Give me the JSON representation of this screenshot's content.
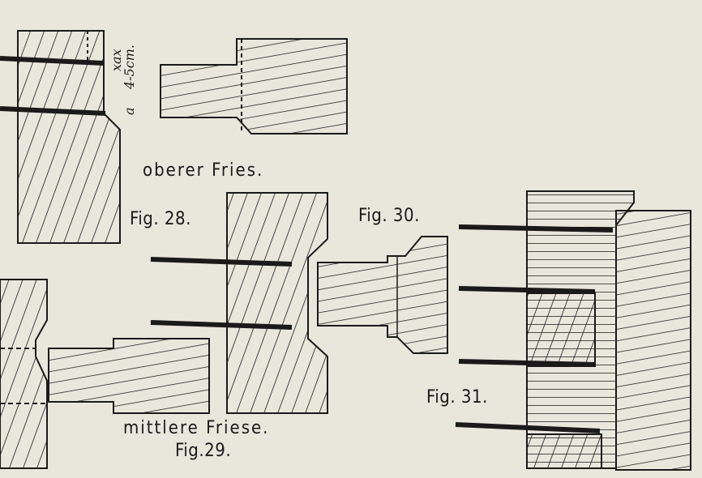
{
  "labels": {
    "fig28": "Fig. 28.",
    "fig29": "Fig.29.",
    "fig30": "Fig. 30.",
    "fig31": "Fig. 31.",
    "oberer": "oberer Fries.",
    "mittlere": "mittlere Friese.",
    "dim_xax": "xax",
    "dim_range": "4-5cm.",
    "dim_a": "a"
  },
  "colors": {
    "ink": "#1a1a1a",
    "paper": "#e9e6dc"
  }
}
